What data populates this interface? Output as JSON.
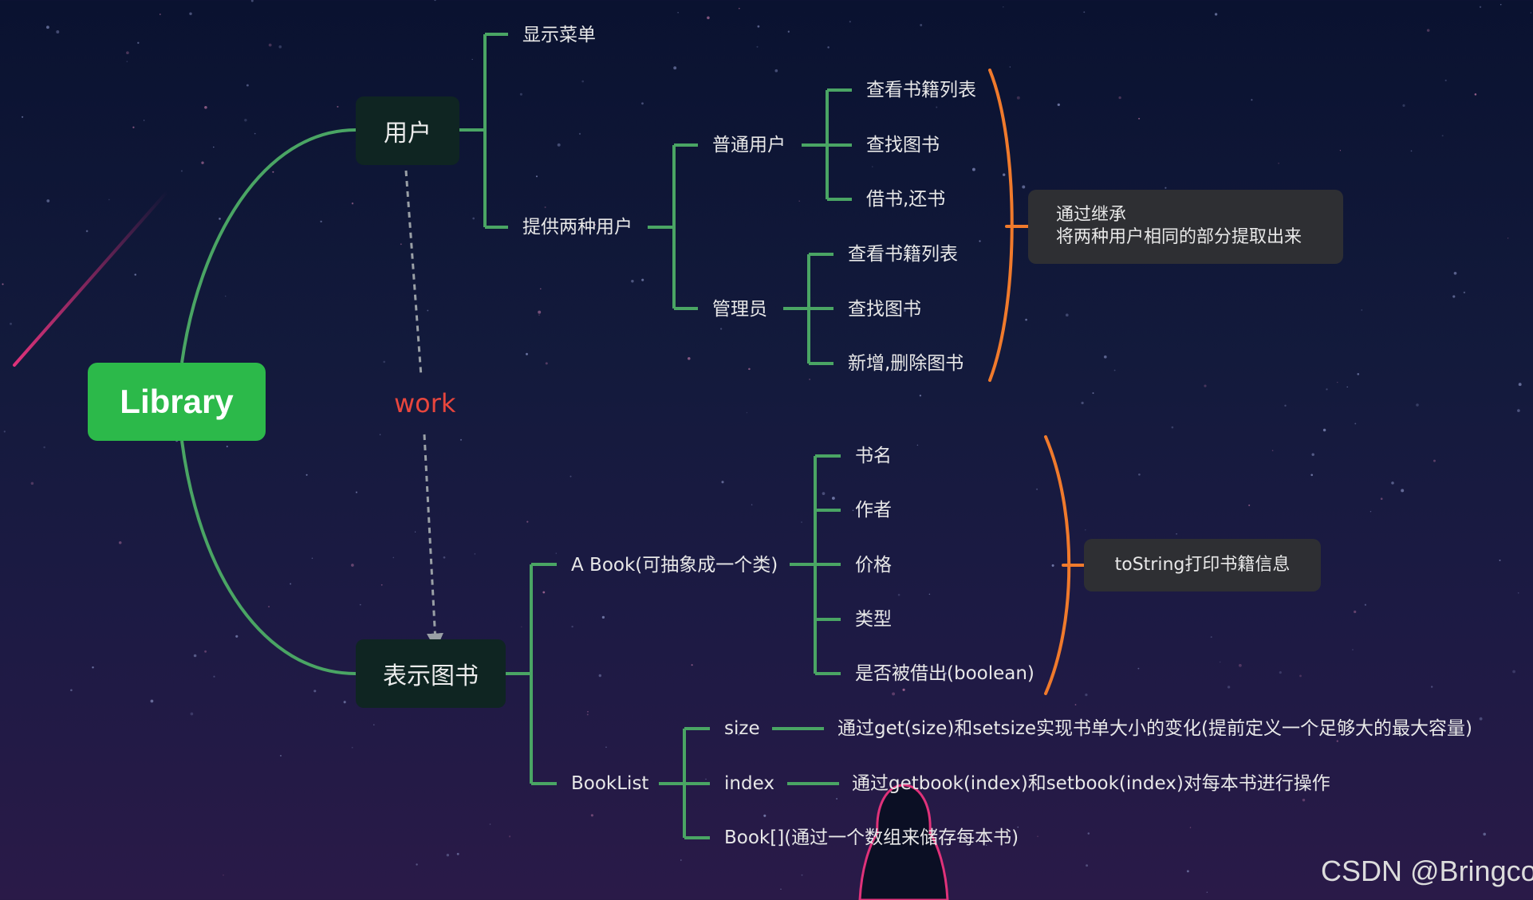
{
  "root": {
    "label": "Library"
  },
  "user_branch": {
    "label": "用户",
    "show_menu": "显示菜单",
    "two_users": "提供两种用户",
    "normal_user": {
      "label": "普通用户",
      "items": [
        "查看书籍列表",
        "查找图书",
        "借书,还书"
      ]
    },
    "admin": {
      "label": "管理员",
      "items": [
        "查看书籍列表",
        "查找图书",
        "新增,删除图书"
      ]
    },
    "summary": [
      "通过继承",
      "将两种用户相同的部分提取出来"
    ]
  },
  "relation": {
    "label": "work"
  },
  "book_branch": {
    "label": "表示图书",
    "a_book": {
      "label": "A Book(可抽象成一个类)",
      "items": [
        "书名",
        "作者",
        "价格",
        "类型",
        "是否被借出(boolean)"
      ],
      "summary": "toString打印书籍信息"
    },
    "booklist": {
      "label": "BookList",
      "size": {
        "label": "size",
        "detail": "通过get(size)和setsize实现书单大小的变化(提前定义一个足够大的最大容量)"
      },
      "index": {
        "label": "index",
        "detail": "通过getbook(index)和setbook(index)对每本书进行操作"
      },
      "array": {
        "label": "Book[](通过一个数组来储存每本书)"
      }
    }
  },
  "watermark": "CSDN @Bringco",
  "colors": {
    "root_fill": "#2cb94a",
    "main_fill": "#0f2522",
    "connector": "#4aa564",
    "summary_brace": "#f07a2c",
    "summary_fill": "#2e2f33",
    "relation_text": "#e8463d",
    "relation_line": "#9aa0a6"
  }
}
